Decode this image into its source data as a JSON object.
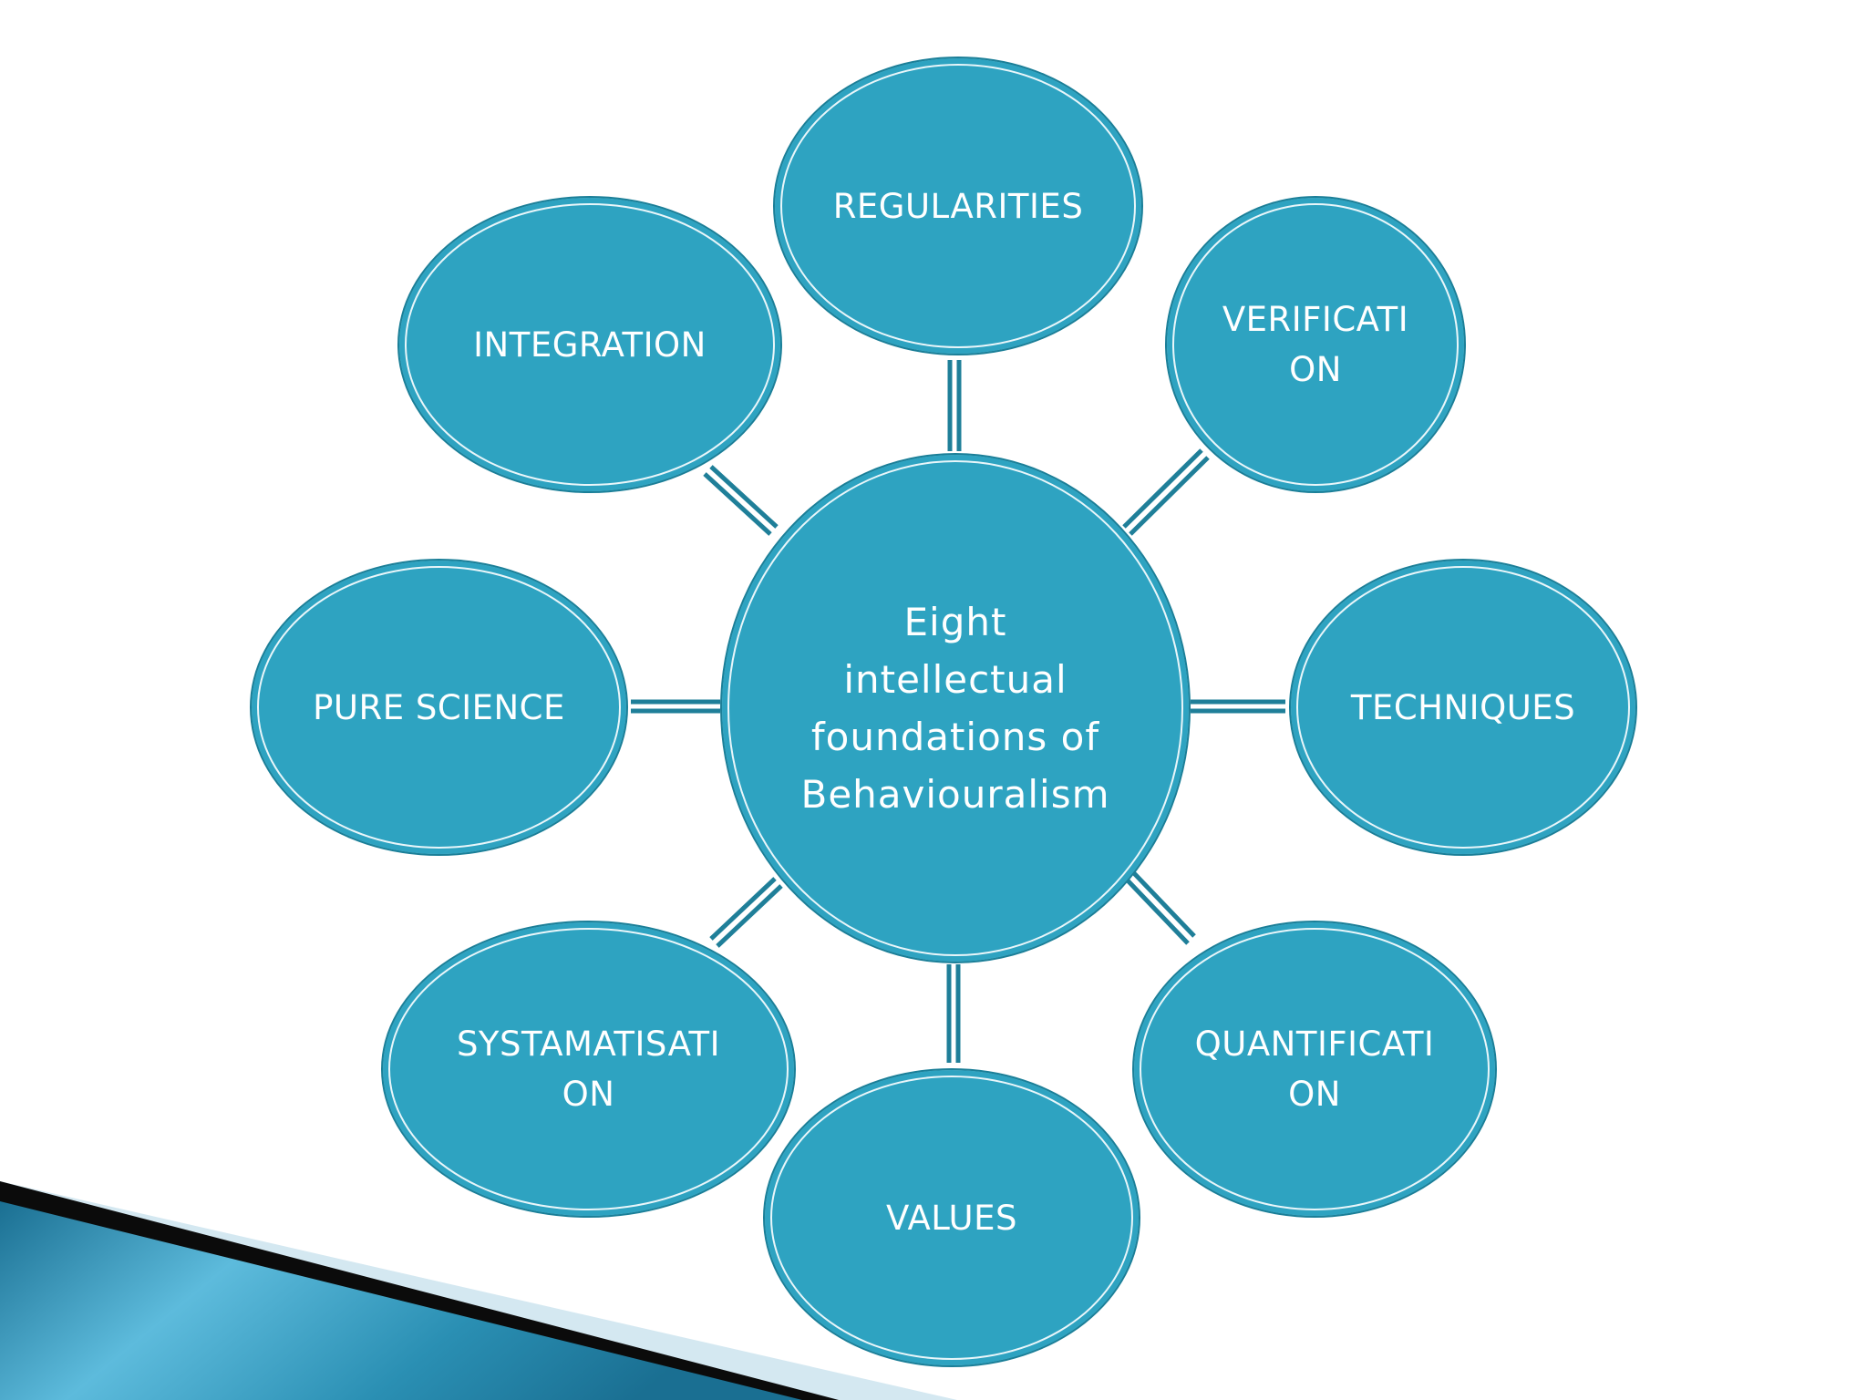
{
  "diagram": {
    "center": {
      "label": "Eight\nintellectual\nfoundations of\nBehaviouralism"
    },
    "nodes": [
      {
        "id": "regularities",
        "label": "REGULARITIES"
      },
      {
        "id": "verification",
        "label": "VERIFICATI\nON"
      },
      {
        "id": "techniques",
        "label": "TECHNIQUES"
      },
      {
        "id": "quantification",
        "label": "QUANTIFICATI\nON"
      },
      {
        "id": "values",
        "label": "VALUES"
      },
      {
        "id": "systematisation",
        "label": "SYSTAMATISATI\nON"
      },
      {
        "id": "pure-science",
        "label": "PURE SCIENCE"
      },
      {
        "id": "integration",
        "label": "INTEGRATION"
      }
    ],
    "colors": {
      "node_fill": "#2ea3c1",
      "node_border": "#1b7f98",
      "connector": "#1f7f99",
      "corner_dark": "#0b0b0b",
      "corner_blue": "#2a8fb3"
    }
  }
}
